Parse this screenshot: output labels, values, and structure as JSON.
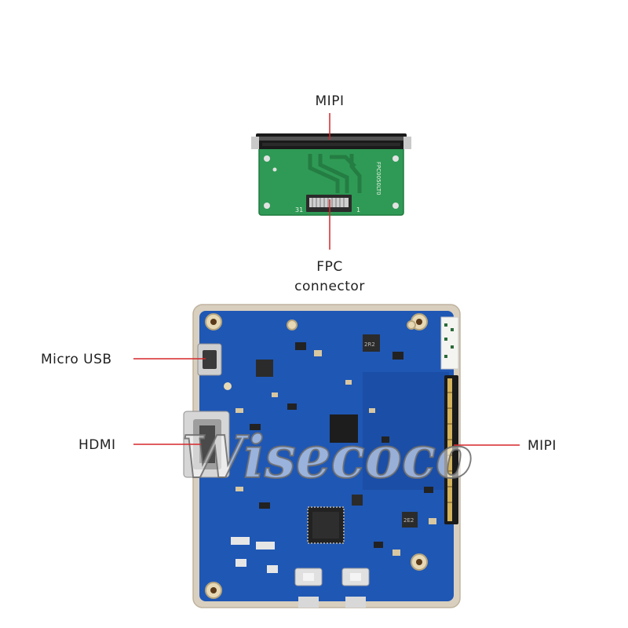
{
  "labels": {
    "adapter_top": "MIPI",
    "fpc_line1": "FPC",
    "fpc_line2": "connector",
    "micro_usb": "Micro USB",
    "hdmi": "HDMI",
    "board_mipi": "MIPI"
  },
  "watermark": "Wisecoco",
  "adapter_silkscreen": {
    "pin_left": "31",
    "pin_right": "1",
    "part_code": "FPC0050LT0"
  },
  "board_silkscreen": {
    "chip_marking": "2R2",
    "chip_marking_2": "2E2"
  },
  "colors": {
    "leader_line": "#d6262a",
    "board_blue": "#1f57b4",
    "board_frame": "#d9cfbf",
    "adapter_green": "#2f9a55",
    "connector_black": "#1a1a1a"
  }
}
